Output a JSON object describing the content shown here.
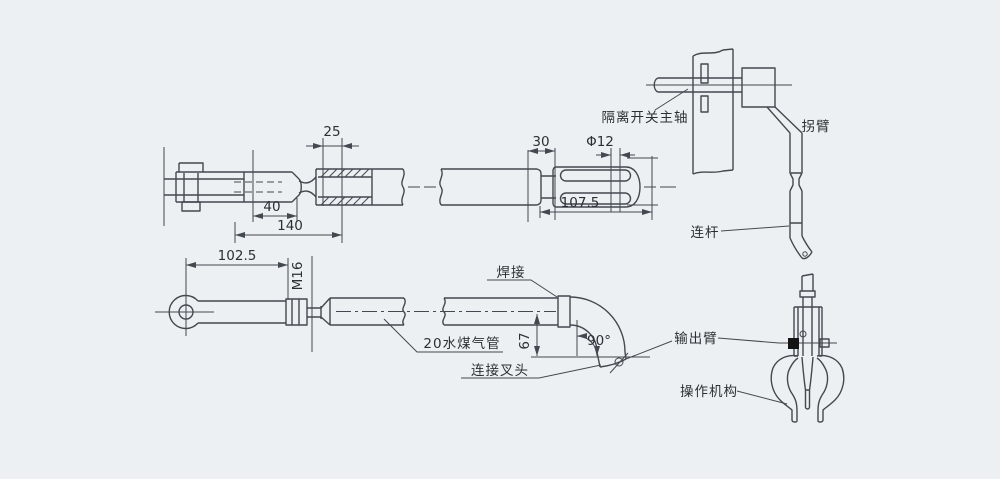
{
  "title": "disconnect-switch-linkage-drawing",
  "colors": {
    "background": "#edf0f2",
    "line": "#424950",
    "text": "#2b3036",
    "bolt_fill": "#141414"
  },
  "dims": {
    "d25": "25",
    "d40": "40",
    "d140": "140",
    "d30": "30",
    "dphi12": "Φ12",
    "d107_5": "107.5",
    "d102_5": "102.5",
    "m16": "M16",
    "d67": "67",
    "a90": "90°"
  },
  "labels": {
    "main_shaft": "隔离开关主轴",
    "crank_arm": "拐臂",
    "connecting_rod": "连杆",
    "output_arm": "输出臂",
    "operating_mechanism": "操作机构",
    "weld": "焊接",
    "gas_pipe": "20水煤气管",
    "fork_head": "连接叉头"
  }
}
